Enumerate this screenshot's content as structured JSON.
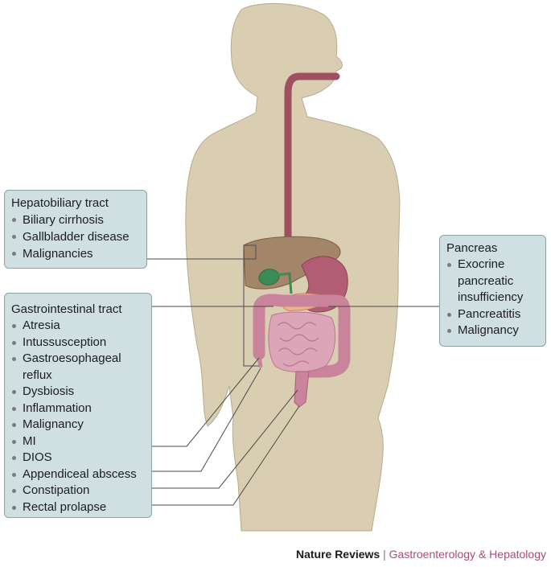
{
  "hepatobiliary": {
    "title": "Hepatobiliary tract",
    "items": [
      "Biliary cirrhosis",
      "Gallbladder disease",
      "Malignancies"
    ]
  },
  "pancreas": {
    "title": "Pancreas",
    "items": [
      "Exocrine",
      "pancreatic",
      "insufficiency",
      "Pancreatitis",
      "Malignancy"
    ]
  },
  "gi": {
    "title": "Gastrointestinal tract",
    "items": [
      "Atresia",
      "Intussusception",
      "Gastroesophageal",
      "reflux",
      "Dysbiosis",
      "Inflammation",
      "Malignancy",
      "MI",
      "DIOS",
      "Appendiceal abscess",
      "Constipation",
      "Rectal prolapse"
    ]
  },
  "footer": {
    "publisher": "Nature Reviews",
    "separator": "|",
    "journal": "Gastroenterology & Hepatology"
  }
}
